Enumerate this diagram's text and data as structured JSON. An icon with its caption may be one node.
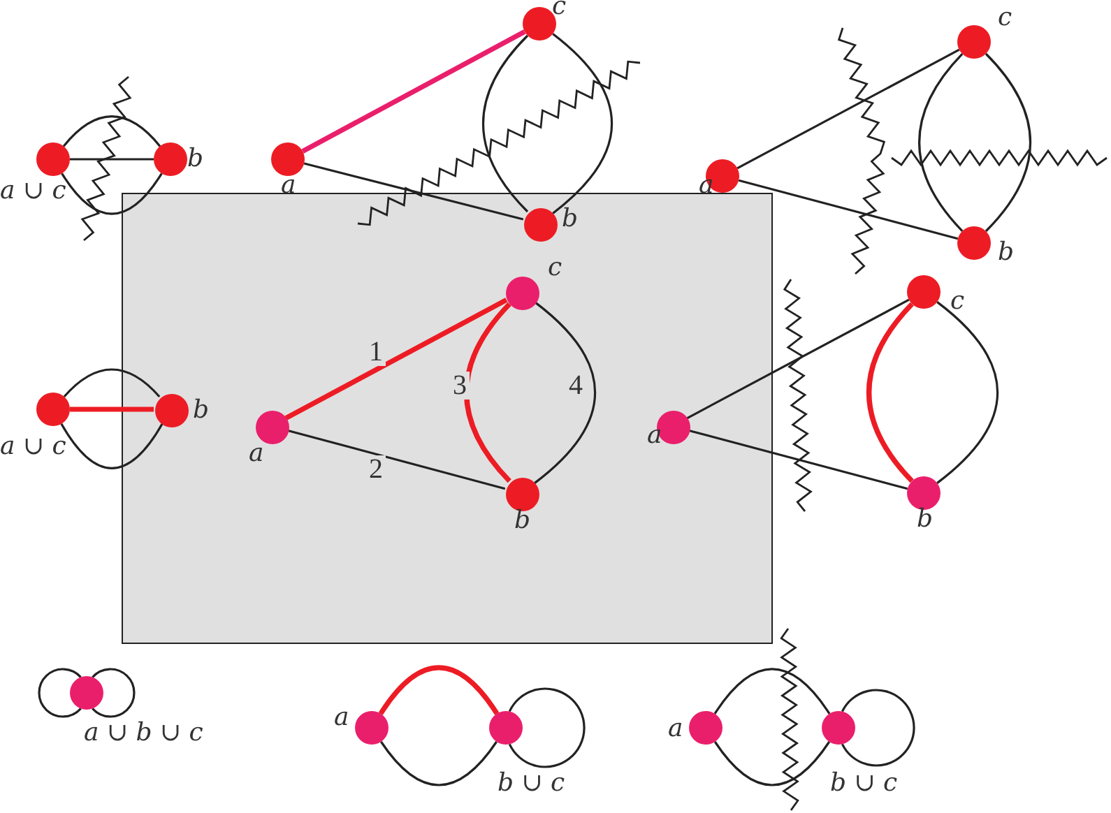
{
  "diagram": {
    "nodes": [
      {
        "text": [],
        "shape": "box"
      },
      {
        "text": [],
        "shape": "circle",
        "beside": [
          "a ∪ c"
        ]
      },
      {
        "text": [],
        "shape": "circle",
        "beside": [
          "b"
        ]
      },
      {
        "text": [],
        "shape": "circle",
        "beside": [
          "a"
        ]
      },
      {
        "text": [],
        "shape": "circle",
        "beside": [
          "c"
        ]
      },
      {
        "text": [],
        "shape": "circle",
        "beside": [
          "b"
        ],
        "in": 0
      },
      {
        "text": [],
        "shape": "circle",
        "beside": [
          "a"
        ]
      },
      {
        "text": [],
        "shape": "circle",
        "beside": [
          "c"
        ]
      },
      {
        "text": [],
        "shape": "circle",
        "beside": [
          "b"
        ]
      },
      {
        "text": [],
        "shape": "circle",
        "beside": [
          "a ∪ c"
        ]
      },
      {
        "text": [],
        "shape": "circle",
        "beside": [
          "b"
        ],
        "in": 0
      },
      {
        "text": [],
        "shape": "circle",
        "beside": [
          "a"
        ],
        "in": 0
      },
      {
        "text": [],
        "shape": "circle",
        "beside": [
          "c"
        ],
        "in": 0
      },
      {
        "text": [],
        "shape": "circle",
        "beside": [
          "b"
        ],
        "in": 0
      },
      {
        "text": [],
        "shape": "circle",
        "beside": [
          "a"
        ],
        "in": 0
      },
      {
        "text": [],
        "shape": "circle",
        "beside": [
          "c"
        ]
      },
      {
        "text": [],
        "shape": "circle",
        "beside": [
          "b"
        ]
      },
      {
        "text": [],
        "shape": "circle",
        "beside": [
          "a ∪ b ∪ c"
        ]
      },
      {
        "text": [],
        "shape": "circle",
        "beside": [
          "a"
        ]
      },
      {
        "text": [],
        "shape": "circle",
        "beside": [
          "b ∪ c"
        ]
      },
      {
        "text": [],
        "shape": "circle",
        "beside": [
          "a"
        ]
      },
      {
        "text": [],
        "shape": "circle",
        "beside": [
          "b ∪ c"
        ]
      }
    ],
    "edges": [
      {
        "from": 1,
        "to": 2,
        "arrow": "none"
      },
      {
        "from": 1,
        "to": 2,
        "arrow": "none"
      },
      {
        "from": 1,
        "to": 2,
        "arrow": "none"
      },
      {
        "from": 3,
        "to": 4,
        "arrow": "none",
        "style": "thick",
        "color": "#ea1f6c"
      },
      {
        "from": 3,
        "to": 5,
        "arrow": "none"
      },
      {
        "from": 4,
        "to": 5,
        "arrow": "none"
      },
      {
        "from": 4,
        "to": 5,
        "arrow": "none"
      },
      {
        "from": 6,
        "to": 7,
        "arrow": "none"
      },
      {
        "from": 6,
        "to": 8,
        "arrow": "none"
      },
      {
        "from": 7,
        "to": 8,
        "arrow": "none"
      },
      {
        "from": 7,
        "to": 8,
        "arrow": "none"
      },
      {
        "from": 9,
        "to": 10,
        "arrow": "none",
        "style": "thick",
        "color": "#ed1c24"
      },
      {
        "from": 9,
        "to": 10,
        "arrow": "none"
      },
      {
        "from": 9,
        "to": 10,
        "arrow": "none"
      },
      {
        "from": 11,
        "to": 12,
        "arrow": "none",
        "label": "1",
        "style": "thick",
        "color": "#ed1c24"
      },
      {
        "from": 11,
        "to": 13,
        "arrow": "none",
        "label": "2"
      },
      {
        "from": 12,
        "to": 13,
        "arrow": "none",
        "label": "3",
        "style": "thick",
        "color": "#ed1c24"
      },
      {
        "from": 12,
        "to": 13,
        "arrow": "none",
        "label": "4"
      },
      {
        "from": 14,
        "to": 15,
        "arrow": "none"
      },
      {
        "from": 14,
        "to": 16,
        "arrow": "none"
      },
      {
        "from": 15,
        "to": 16,
        "arrow": "none",
        "style": "thick",
        "color": "#ed1c24"
      },
      {
        "from": 15,
        "to": 16,
        "arrow": "none"
      },
      {
        "from": 17,
        "to": 17,
        "arrow": "none"
      },
      {
        "from": 17,
        "to": 17,
        "arrow": "none"
      },
      {
        "from": 18,
        "to": 19,
        "arrow": "none",
        "style": "thick",
        "color": "#ed1c24"
      },
      {
        "from": 18,
        "to": 19,
        "arrow": "none"
      },
      {
        "from": 19,
        "to": 19,
        "arrow": "none"
      },
      {
        "from": 20,
        "to": 21,
        "arrow": "none"
      },
      {
        "from": 20,
        "to": 21,
        "arrow": "none"
      },
      {
        "from": 21,
        "to": 21,
        "arrow": "none"
      }
    ]
  }
}
